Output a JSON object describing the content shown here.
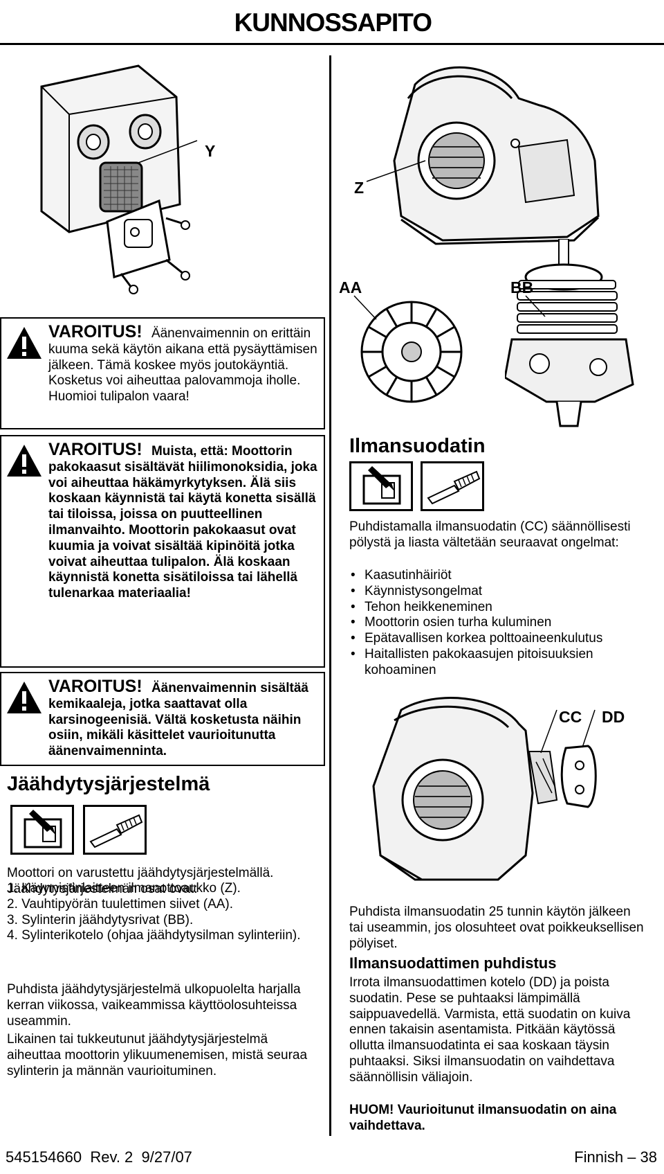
{
  "header": {
    "title": "KUNNOSSAPITO"
  },
  "figure_labels": {
    "y": "Y",
    "z": "Z",
    "aa": "AA",
    "bb": "BB",
    "cc": "CC",
    "dd": "DD"
  },
  "warnings": [
    {
      "label": "VAROITUS!",
      "text": "Äänenvaimennin on erittäin kuuma sekä käytön aikana että pysäyttämisen jälkeen. Tämä koskee myös joutokäyntiä. Kosketus voi aiheuttaa palovammoja iholle. Huomioi tulipalon vaara!"
    },
    {
      "label": "VAROITUS!",
      "text": "Muista, että: Moottorin pakokaasut sisältävät hiilimonoksidia, joka voi aiheuttaa häkämyrkytyksen. Älä siis koskaan käynnistä tai käytä konetta sisällä tai tiloissa, joissa on puutteellinen ilmanvaihto. Moottorin pakokaasut ovat kuumia ja voivat sisältää kipinöitä jotka voivat aiheuttaa tulipalon. Älä koskaan käynnistä konetta sisätiloissa tai lähellä tulenarkaa materiaalia!"
    },
    {
      "label": "VAROITUS!",
      "text": "Äänenvaimennin sisältää kemikaaleja, jotka saattavat olla karsinogeenisiä. Vältä kosketusta näihin osiin, mikäli käsittelet vaurioitunutta äänenvaimenninta."
    }
  ],
  "cooling": {
    "title": "Jäähdytysjärjestelmä",
    "intro": "Moottori on varustettu jäähdytysjärjestelmällä. Jäähdytysjärjestelmän osat ovat:",
    "items": [
      "1. Käynnistinlaitteen ilmanottoaukko (Z).",
      "2. Vauhtipyörän tuulettimen siivet (AA).",
      "3. Sylinterin jäähdytysrivat (BB).",
      "4. Sylinterikotelo (ohjaa jäähdytysilman sylinteriin)."
    ],
    "para1": "Puhdista jäähdytysjärjestelmä ulkopuolelta harjalla kerran viikossa, vaikeammissa käyttöolosuhteissa useammin.",
    "para2": "Likainen tai tukkeutunut jäähdytysjärjestelmä aiheuttaa moottorin ylikuumenemisen, mistä seuraa sylinterin ja männän vaurioituminen."
  },
  "air_filter": {
    "title": "Ilmansuodatin",
    "intro": "Puhdistamalla ilmansuodatin (CC) säännöllisesti pölystä ja liasta vältetään seuraavat ongelmat:",
    "bullets": [
      "Kaasutinhäiriöt",
      "Käynnistysongelmat",
      "Tehon heikkeneminen",
      "Moottorin osien turha kuluminen",
      "Epätavallisen korkea polttoaineenkulutus",
      "Haitallisten pakokaasujen pitoisuuksien kohoaminen"
    ],
    "clean_interval": "Puhdista ilmansuodatin 25 tunnin käytön jälkeen tai useammin, jos olosuhteet ovat poikkeuksellisen pölyiset.",
    "cleaning_title": "Ilmansuodattimen puhdistus",
    "cleaning_text": "Irrota ilmansuodattimen kotelo (DD) ja poista suodatin. Pese se puhtaaksi lämpimällä saippuavedellä. Varmista, että suodatin on kuiva ennen takaisin asentamista. Pitkään käytössä ollutta ilmansuodatinta ei saa koskaan täysin puhtaaksi. Siksi ilmansuodatin on vaihdettava säännöllisin väliajoin.",
    "note": "HUOM! Vaurioitunut ilmansuodatin on aina vaihdettava."
  },
  "footer": {
    "left": "545154660  Rev. 2  9/27/07",
    "right": "Finnish – 38"
  }
}
